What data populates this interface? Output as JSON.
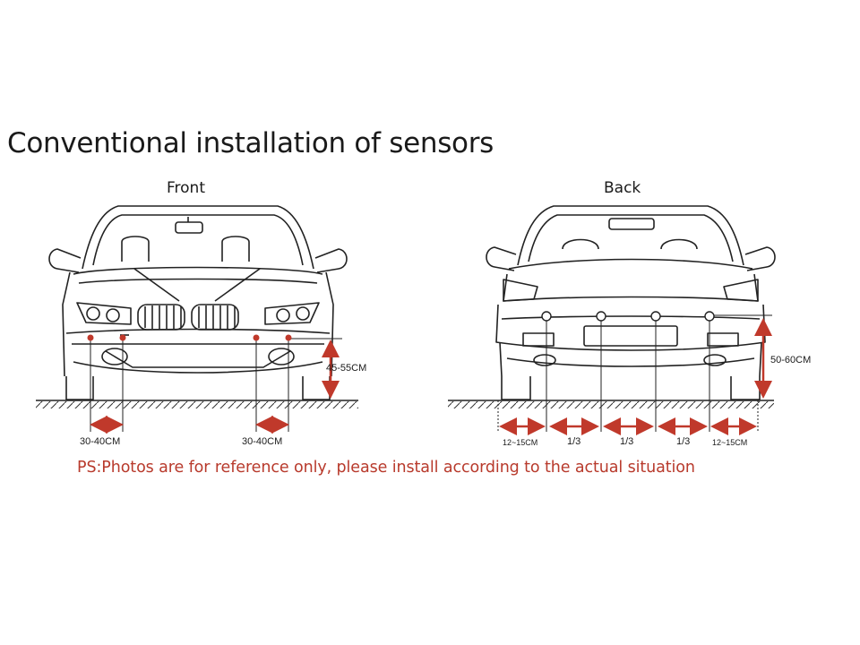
{
  "title": "Conventional installation  of sensors",
  "front": {
    "label": "Front",
    "height_label": "45-55CM",
    "left_spacing": "30-40CM",
    "right_spacing": "30-40CM"
  },
  "back": {
    "label": "Back",
    "height_label": "50-60CM",
    "spacings": [
      "12~15CM",
      "1/3",
      "1/3",
      "1/3",
      "12~15CM"
    ]
  },
  "note": "PS:Photos are for reference only, please install according to the actual situation",
  "colors": {
    "sensor": "#c0392b",
    "arrow": "#c0392b",
    "line": "#222222",
    "note": "#b83a2c"
  }
}
